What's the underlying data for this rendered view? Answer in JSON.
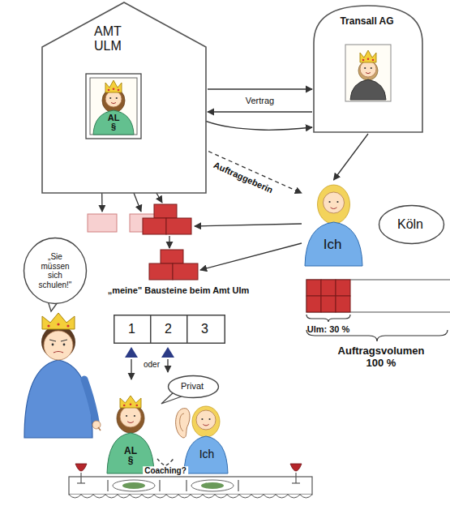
{
  "diagram": {
    "nodes": [
      {
        "text": [
          "AMT ULM"
        ]
      },
      {
        "text": [
          "AL §"
        ],
        "in": 0
      },
      {
        "text": [
          "Transall AG"
        ]
      },
      {
        "text": [
          "Ich"
        ]
      },
      {
        "text": [
          "Köln"
        ]
      },
      {
        "text": [
          "„Sie müssen sich schulen!\""
        ]
      },
      {
        "text": [
          "1"
        ]
      },
      {
        "text": [
          "2"
        ]
      },
      {
        "text": [
          "3"
        ]
      },
      {
        "text": [
          "Privat"
        ]
      },
      {
        "text": [
          "AL §"
        ]
      },
      {
        "text": [
          "Ich"
        ]
      }
    ],
    "edges": [
      {
        "from": 0,
        "to": 2,
        "label": "Vertrag",
        "arrow": "to"
      },
      {
        "from": 2,
        "to": 0,
        "arrow": "to"
      },
      {
        "from": 1,
        "to": 2,
        "arrow": "to"
      },
      {
        "from": 1,
        "to": 3,
        "label": "Auftraggeberin",
        "arrow": "to"
      },
      {
        "from": 2,
        "to": 3,
        "arrow": "to"
      },
      {
        "from": 10,
        "to": 11,
        "label": "Coaching?",
        "arrow": "none"
      }
    ],
    "labels": [
      "„meine\" Bausteine beim Amt Ulm",
      "Ulm: 30 %",
      "Auftragsvolumen 100 %",
      "oder"
    ]
  }
}
